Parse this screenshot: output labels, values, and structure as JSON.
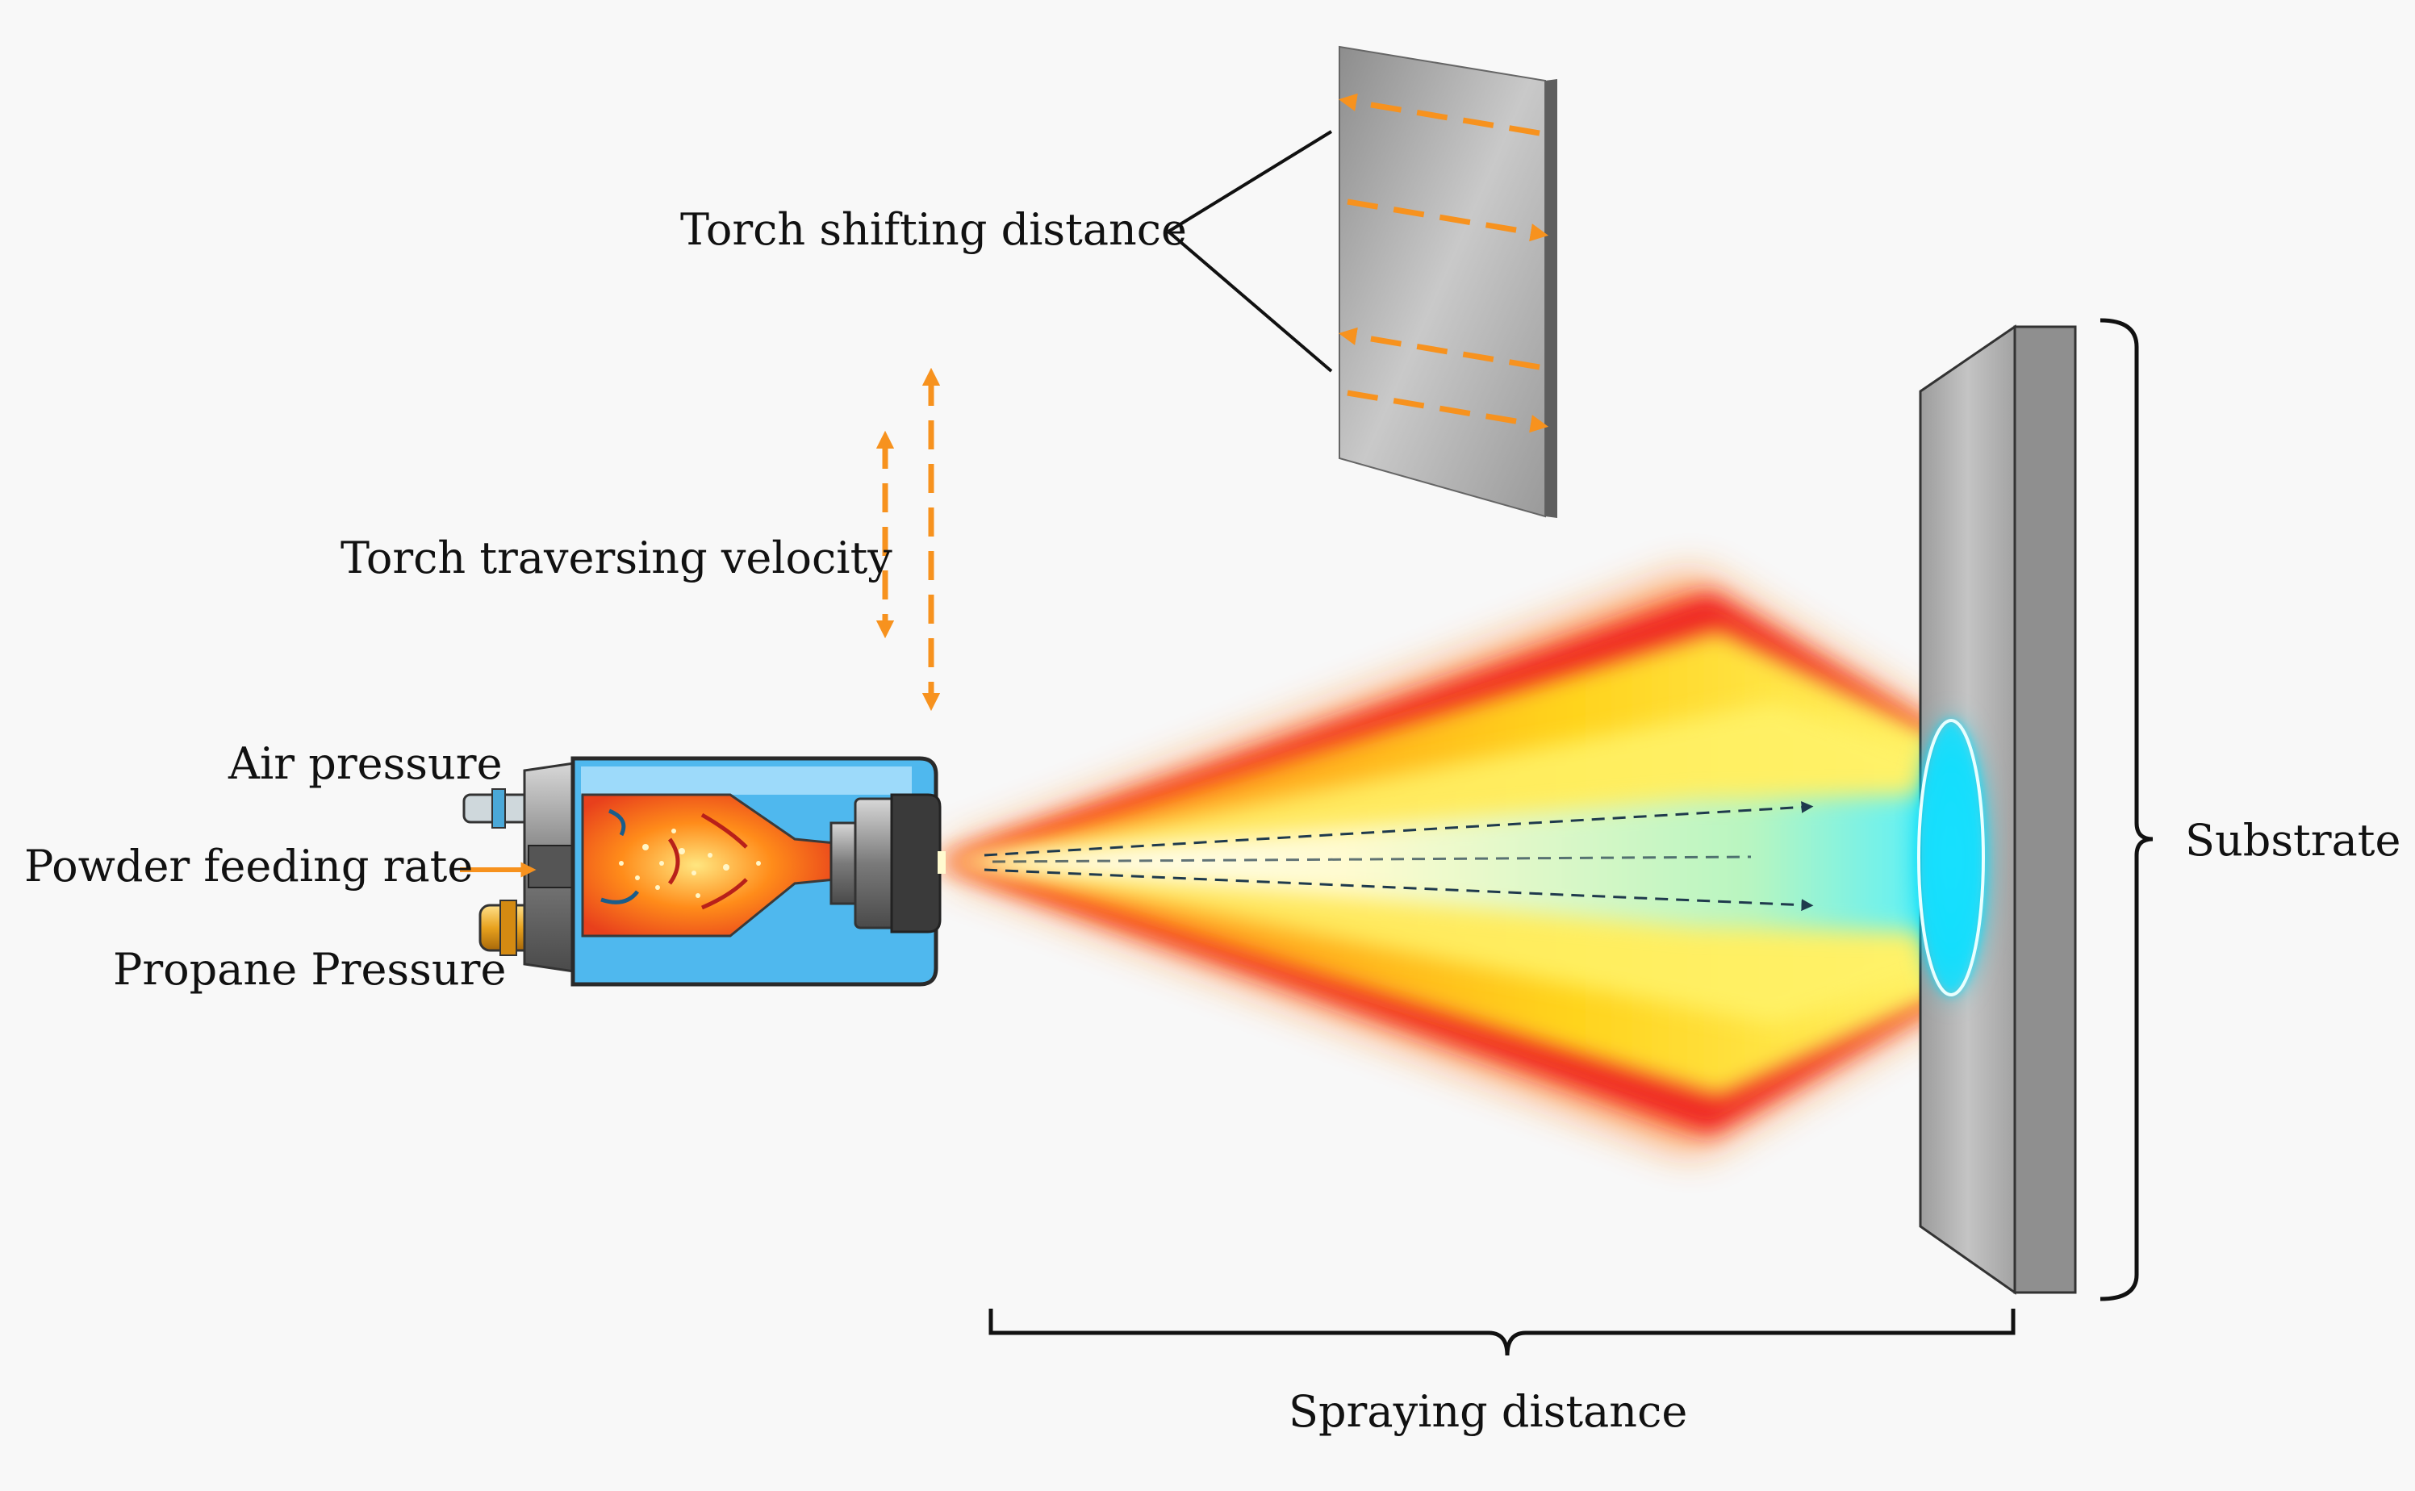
{
  "labels": {
    "torch_shifting_distance": "Torch shifting distance",
    "torch_traversing_velocity": "Torch traversing velocity",
    "air_pressure": "Air pressure",
    "powder_feeding_rate": "Powder feeding rate",
    "propane_pressure": "Propane Pressure",
    "substrate": "Substrate",
    "spraying_distance": "Spraying distance"
  },
  "colors": {
    "background": "#f8f8f8",
    "arrow_orange": "#f7921e",
    "flame_red": "#ee1c24",
    "flame_orange": "#f7941d",
    "flame_yellow": "#fff200",
    "impact_cyan": "#00e5ff",
    "substrate_gray": "#a8a8a8",
    "torch_blue": "#4fc3f7",
    "particle_arrow": "#1f3a4d"
  },
  "icons": [
    "torch-gun-icon",
    "substrate-plate-icon",
    "traverse-arrows-icon",
    "shift-path-arrows-icon"
  ]
}
